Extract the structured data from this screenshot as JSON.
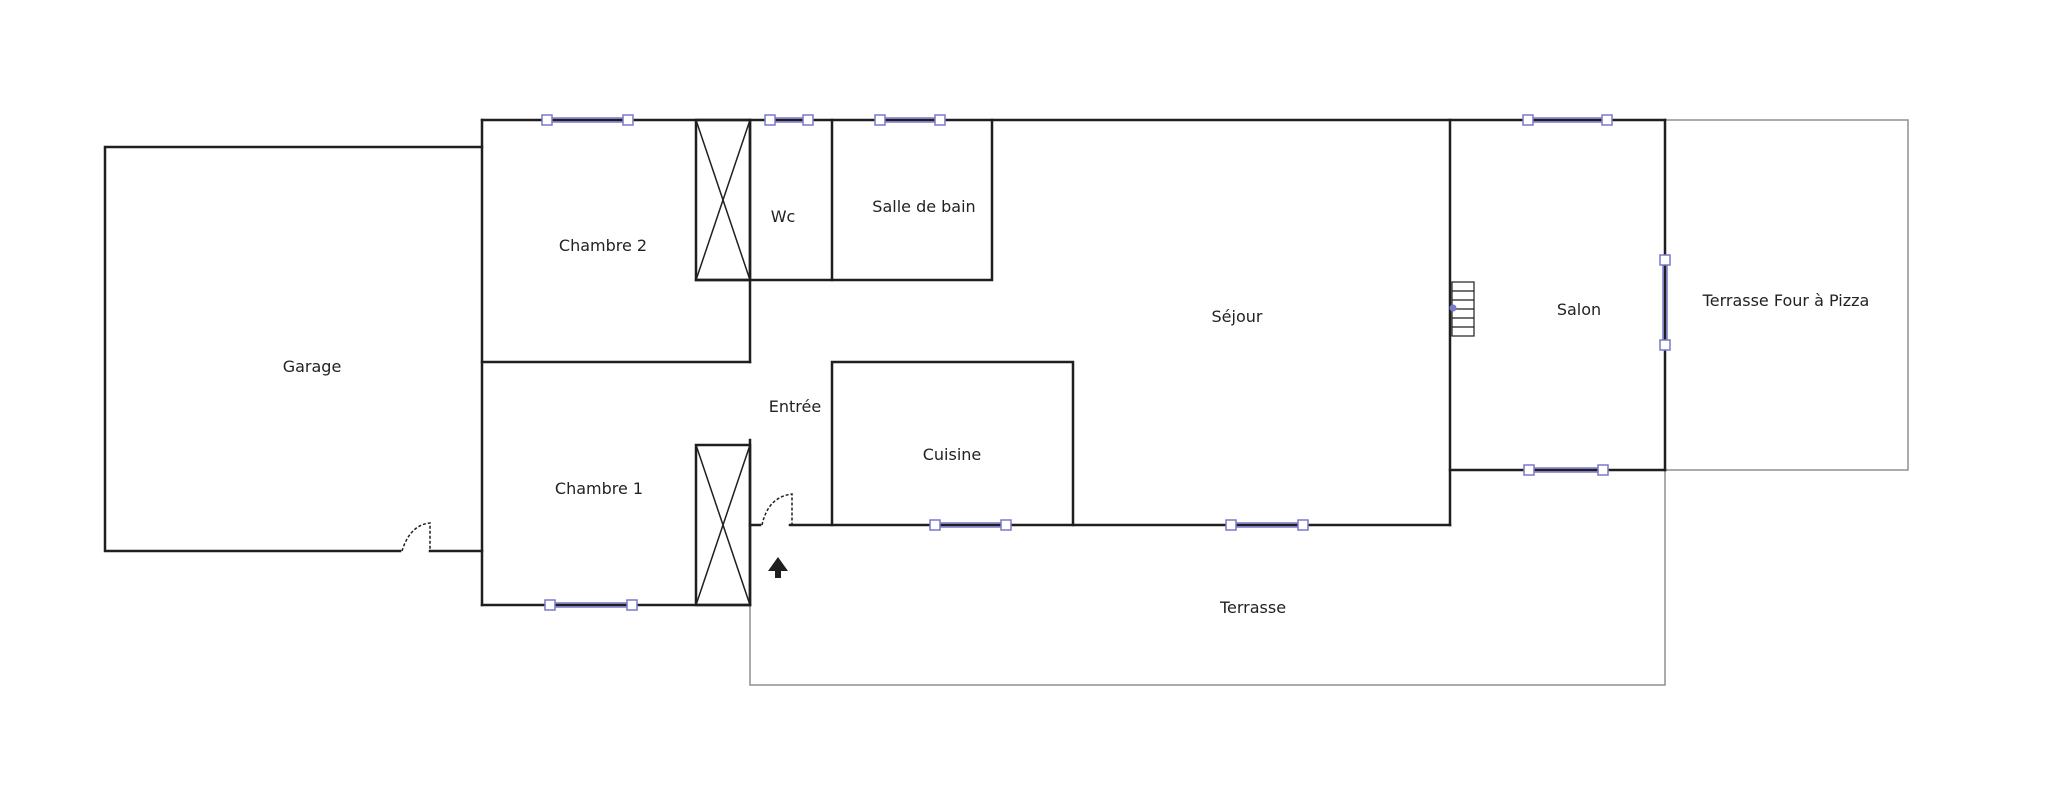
{
  "colors": {
    "wall": "#1f1f1f",
    "outline": "#8f8f8f",
    "window": "#7a78c8",
    "window_fill": "#ffffff",
    "background": "#ffffff"
  },
  "rooms": {
    "garage": "Garage",
    "chambre_2": "Chambre 2",
    "chambre_1": "Chambre 1",
    "wc": "Wc",
    "salle_de_bain": "Salle de bain",
    "sejour": "Séjour",
    "entree": "Entrée",
    "cuisine": "Cuisine",
    "salon": "Salon",
    "terrasse_four": "Terrasse Four à Pizza",
    "terrasse": "Terrasse"
  },
  "icons": {
    "entrance": "entrance-arrow-icon",
    "door": "door-swing-icon",
    "closet": "closet-cross-icon",
    "stairs": "stairs-icon",
    "window": "window-icon"
  }
}
